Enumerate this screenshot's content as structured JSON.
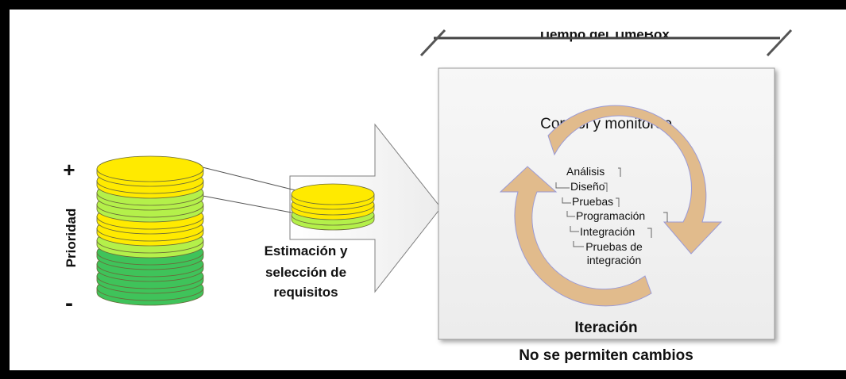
{
  "priority": {
    "axis_label": "Prioridad",
    "plus_sign": "+",
    "minus_sign": "-",
    "disk_colors": [
      "#ffea00",
      "#ffea00",
      "#b4f04a",
      "#b4f04a",
      "#ffea00",
      "#ffea00",
      "#b4f04a",
      "#3fc35a",
      "#3fc35a",
      "#3fc35a",
      "#3fc35a"
    ]
  },
  "selection": {
    "label_lines": [
      "Estimación y",
      "selección de",
      "requisitos"
    ],
    "disk_colors": [
      "#ffea00",
      "#ffea00",
      "#b4f04a"
    ]
  },
  "timebox": {
    "label": "Tiempo del TimeBox"
  },
  "iteration": {
    "control_title": "Control y monitoreo",
    "steps": [
      "Análisis",
      "Diseño",
      "Pruebas",
      "Programación",
      "Integración",
      "Pruebas de",
      "integración"
    ],
    "label": "Iteración",
    "footer": "No se permiten cambios"
  },
  "colors": {
    "accent_red": "#e02020",
    "cycle_arrow": "#e1bb8c",
    "cycle_outline": "#9a9ad6",
    "box_fill": "#f2f2f2"
  }
}
